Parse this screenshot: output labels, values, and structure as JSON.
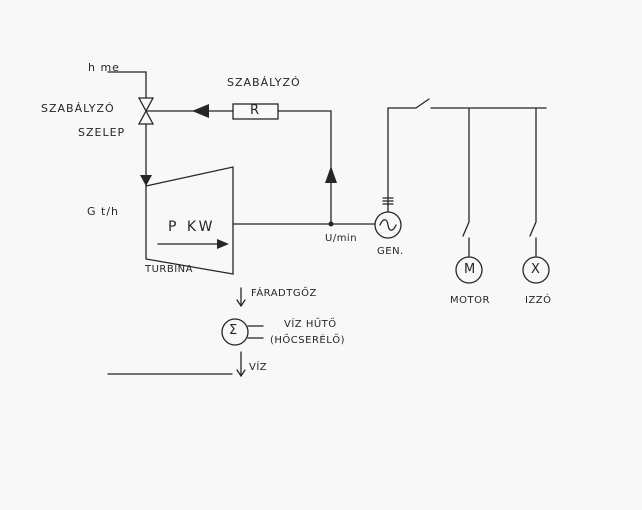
{
  "labels": {
    "h_me": "h me",
    "szabalyzo_valve_1": "SZABÁLYZÓ",
    "szabalyzo_valve_2": "SZELEP",
    "szabalyzo_top": "SZABÁLYZÓ",
    "regulator_symbol": "R",
    "g_th": "G t/h",
    "pkw": "P KW",
    "turbina": "TURBINA",
    "u_min": "U/min",
    "gen": "GEN.",
    "faradt_goz": "FÁRADTGŐZ",
    "viz_huto": "VÍZ HŰTŐ",
    "hocserelo": "(HŐCSERÉLŐ)",
    "viz": "VÍZ",
    "sigma": "Σ",
    "motor_symbol": "M",
    "motor": "MOTOR",
    "izzo_symbol": "X",
    "izzo": "IZZÓ"
  },
  "colors": {
    "ink": "#262626",
    "paper": "#f8f8f8"
  }
}
